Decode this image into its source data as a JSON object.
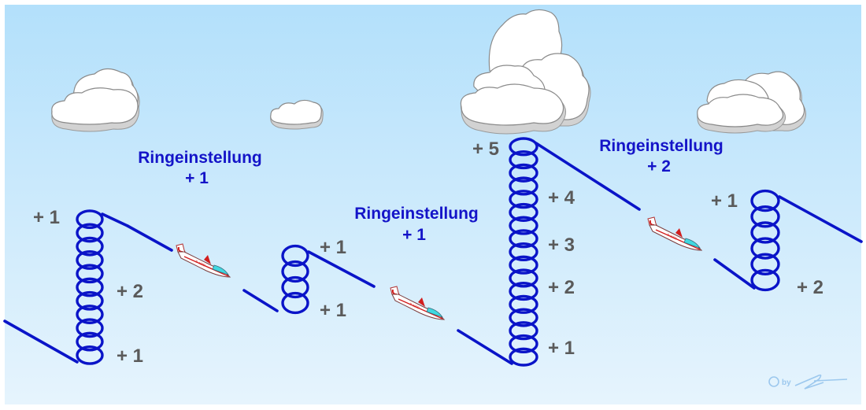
{
  "diagram": {
    "title": "Ringeinstellung (MacCready ring setting) glide and climb illustration",
    "colors": {
      "sky_top": "#b3e0fb",
      "sky_bottom": "#e6f4fd",
      "flight_path": "#0a14c8",
      "ring_label": "#1414c8",
      "climb_label": "#5a5a5a",
      "glider_body": "#ffffff",
      "glider_trim": "#d21e1e",
      "glider_canopy": "#40d8e0"
    },
    "ring_settings": [
      {
        "label": "Ringeinstellung",
        "value": "+ 1"
      },
      {
        "label": "Ringeinstellung",
        "value": "+ 1"
      },
      {
        "label": "Ringeinstellung",
        "value": "+ 2"
      }
    ],
    "thermals": [
      {
        "name": "thermal-1",
        "loops": 11,
        "labels": [
          "+ 1",
          "+ 2",
          "+ 1"
        ]
      },
      {
        "name": "thermal-2",
        "loops": 4,
        "labels": [
          "+ 1",
          "+ 1"
        ]
      },
      {
        "name": "thermal-3",
        "loops": 17,
        "labels": [
          "+ 5",
          "+ 4",
          "+ 3",
          "+ 2",
          "+ 1"
        ]
      },
      {
        "name": "thermal-4",
        "loops": 6,
        "labels": [
          "+ 1",
          "+ 2"
        ]
      }
    ],
    "gliders": [
      {
        "name": "glider-1"
      },
      {
        "name": "glider-2"
      },
      {
        "name": "glider-3"
      }
    ],
    "clouds": [
      {
        "name": "cloud-left"
      },
      {
        "name": "cloud-small"
      },
      {
        "name": "cloud-large"
      },
      {
        "name": "cloud-right"
      }
    ],
    "copyright": {
      "symbol": "©",
      "text": "by"
    }
  }
}
